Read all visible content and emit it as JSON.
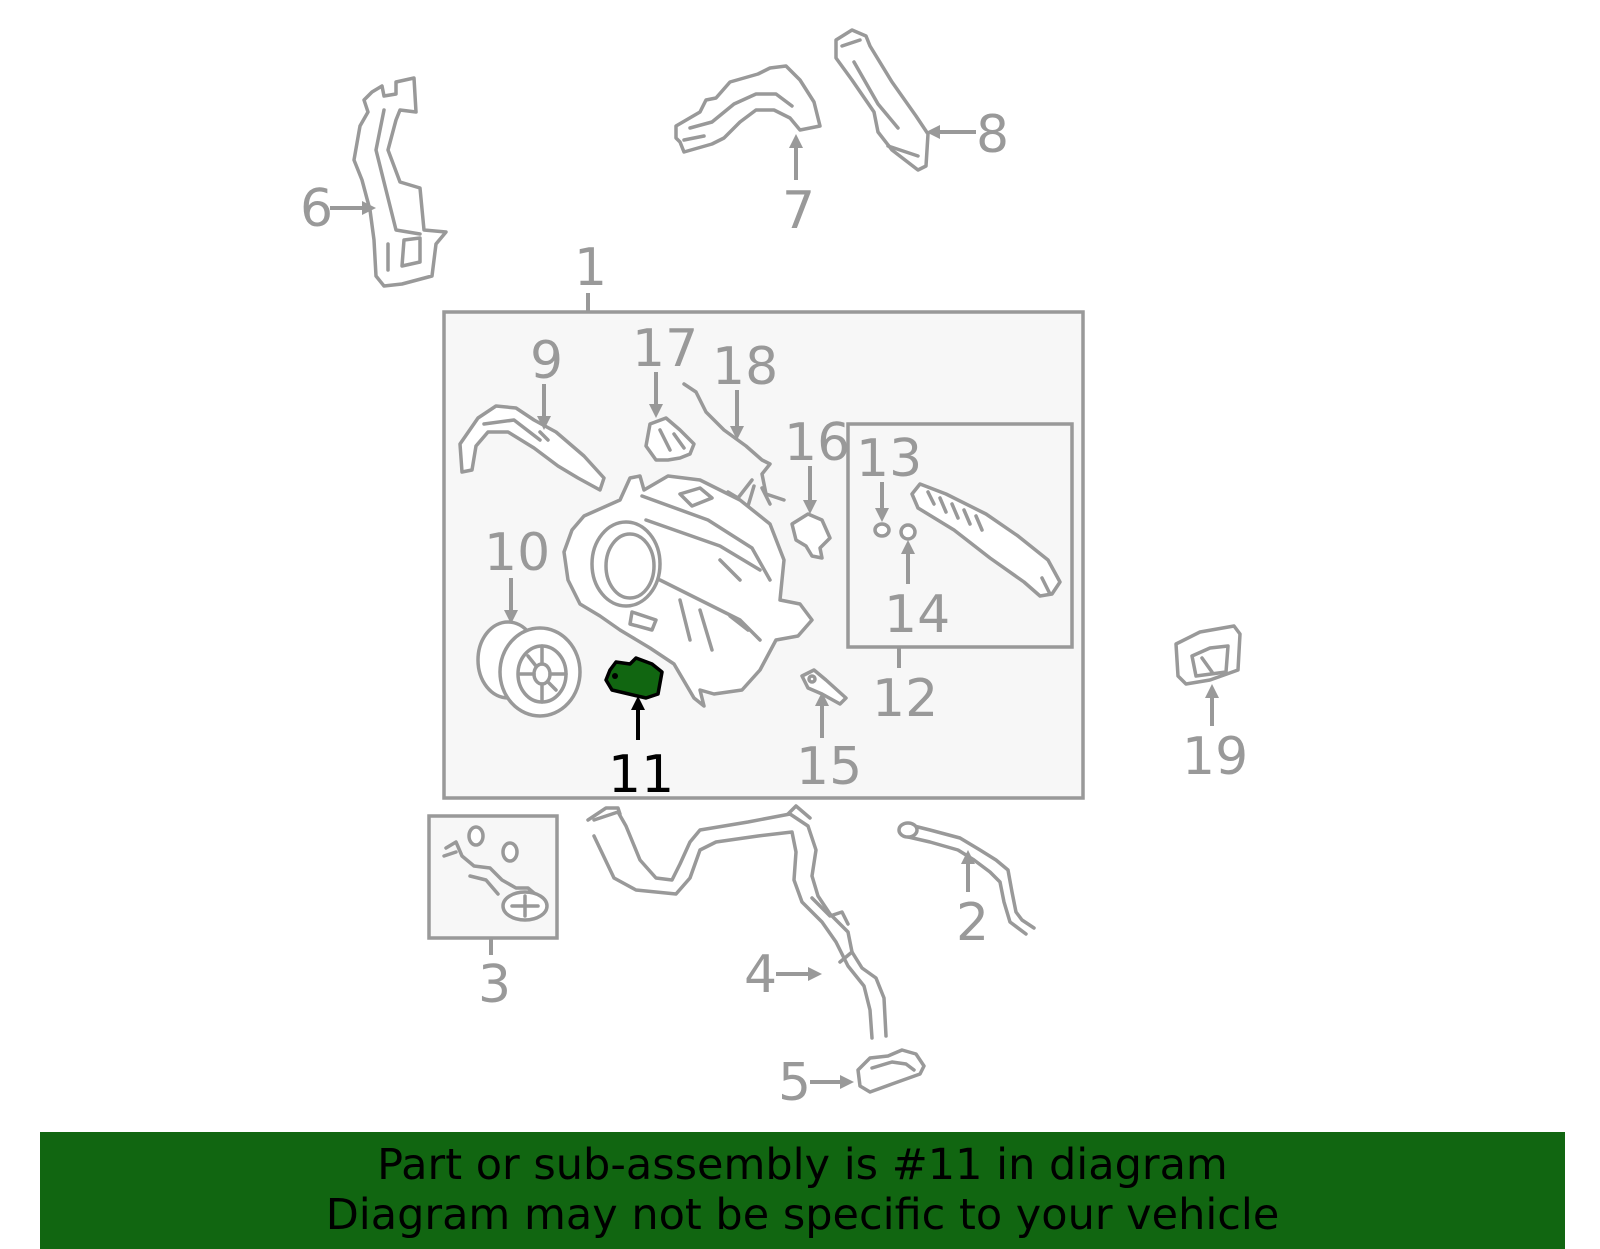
{
  "diagram": {
    "highlighted_part": "11",
    "highlight_color": "#116611",
    "label_color": "#999999",
    "callouts": {
      "p1": "1",
      "p2": "2",
      "p3": "3",
      "p4": "4",
      "p5": "5",
      "p6": "6",
      "p7": "7",
      "p8": "8",
      "p9": "9",
      "p10": "10",
      "p11": "11",
      "p12": "12",
      "p13": "13",
      "p14": "14",
      "p15": "15",
      "p16": "16",
      "p17": "17",
      "p18": "18",
      "p19": "19"
    }
  },
  "banner": {
    "line1": "Part or sub-assembly is #11 in diagram",
    "line2": "Diagram may not be specific to your vehicle",
    "background": "#116611"
  }
}
